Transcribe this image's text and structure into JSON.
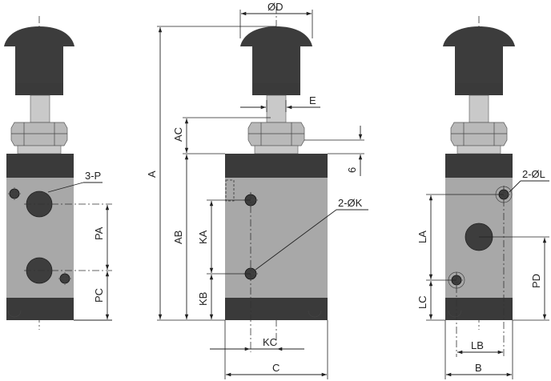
{
  "dimensions": {
    "od": "ØD",
    "e": "E",
    "ac": "AC",
    "six": "6",
    "a": "A",
    "ab": "AB",
    "ka": "KA",
    "kb": "KB",
    "kc": "KC",
    "c": "C",
    "two_k": "2-ØK",
    "three_p": "3-P",
    "pa": "PA",
    "pc": "PC",
    "two_l": "2-ØL",
    "la": "LA",
    "lc": "LC",
    "lb": "LB",
    "b": "B",
    "pd": "PD"
  }
}
